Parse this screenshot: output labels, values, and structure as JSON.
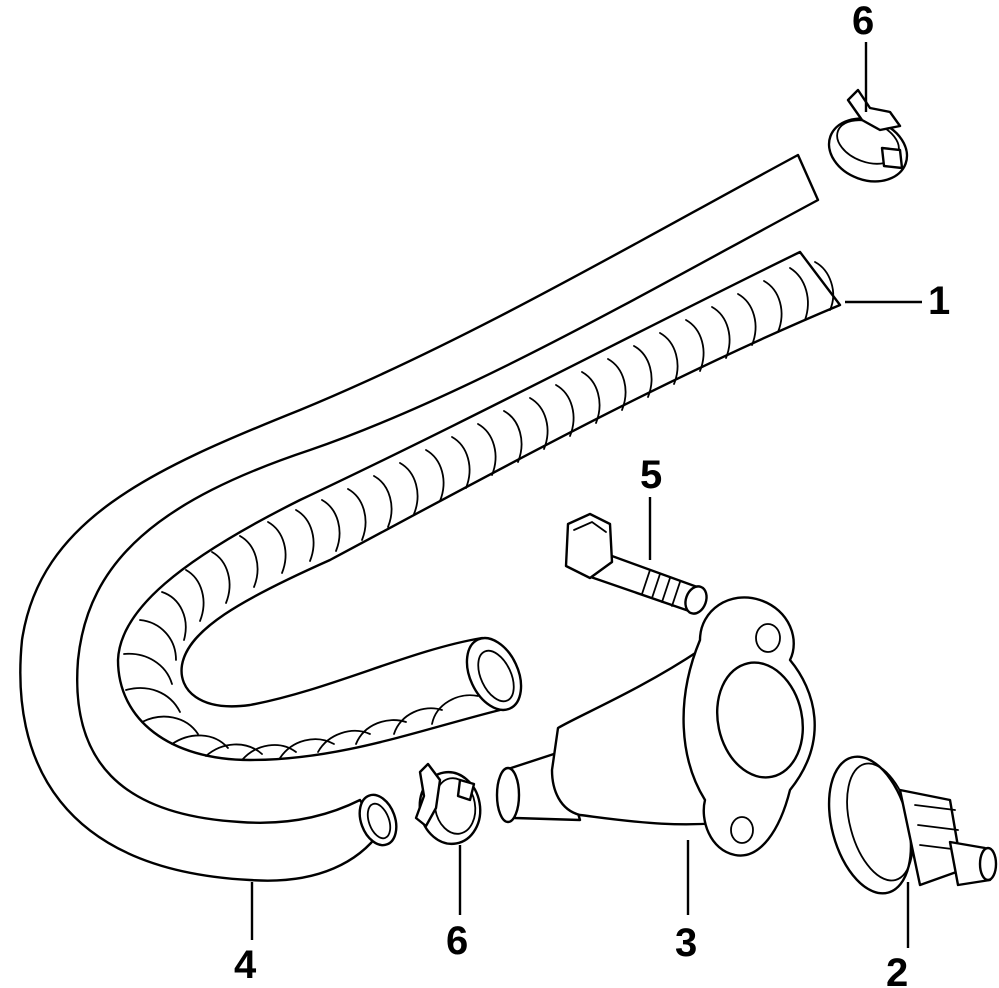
{
  "callouts": {
    "c1": "1",
    "c2": "2",
    "c3": "3",
    "c4": "4",
    "c5": "5",
    "c6_top": "6",
    "c6_bottom": "6"
  },
  "style": {
    "line_color": "#000000",
    "background": "#ffffff"
  }
}
